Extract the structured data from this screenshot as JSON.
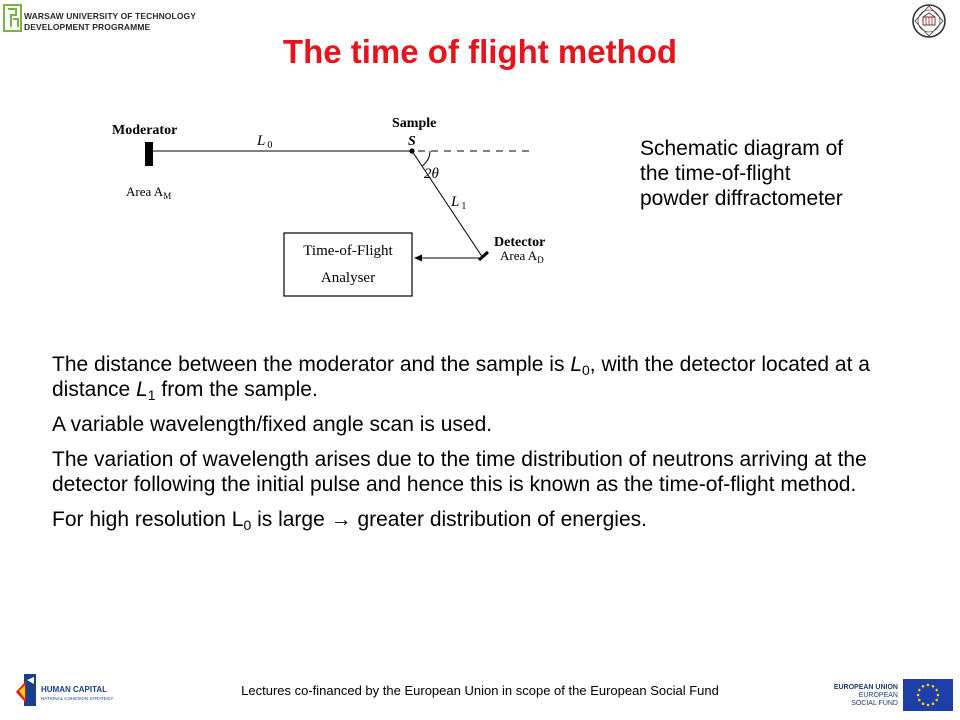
{
  "header": {
    "logo_line1": "WARSAW UNIVERSITY OF TECHNOLOGY",
    "logo_line2": "DEVELOPMENT PROGRAMME"
  },
  "title": "The time of flight method",
  "diagram": {
    "moderator": "Moderator",
    "area_m": "Area A",
    "area_m_sub": "M",
    "l0": "L",
    "l0_sub": "0",
    "sample": "Sample",
    "s": "S",
    "angle": "2θ",
    "l1": "L",
    "l1_sub": "1",
    "detector": "Detector",
    "area_d": "Area A",
    "area_d_sub": "D",
    "analyser_line1": "Time-of-Flight",
    "analyser_line2": "Analyser"
  },
  "caption": {
    "line1": "Schematic diagram of",
    "line2": "the time-of-flight",
    "line3": "powder diffractometer"
  },
  "body": {
    "p1_a": "The distance between the moderator and the sample is ",
    "p1_L0": "L",
    "p1_L0_sub": "0",
    "p1_b": ", with the detector located at a distance ",
    "p1_L1": "L",
    "p1_L1_sub": "1",
    "p1_c": " from the sample.",
    "p2": "A variable wavelength/fixed angle scan is used.",
    "p3": "The variation of wavelength arises due to the time distribution of neutrons arriving at the detector following the initial pulse and hence this is known as the time-of-flight method.",
    "p4_a": "For high resolution L",
    "p4_sub": "0",
    "p4_b": " is large ",
    "p4_arrow": "→",
    "p4_c": " greater distribution of energies."
  },
  "footer": {
    "text": "Lectures co-financed by the European Union in scope of the European Social Fund",
    "hc_line1": "HUMAN CAPITAL",
    "hc_line2": "NATIONAL COHESION STRATEGY",
    "eu_line1": "EUROPEAN UNION",
    "eu_line2": "EUROPEAN",
    "eu_line3": "SOCIAL FUND"
  },
  "colors": {
    "title": "#e8141b",
    "logo_green": "#7bb342",
    "hc_blue": "#1b3f8f",
    "eu_blue": "#1f3fa8",
    "eu_star": "#f6d000"
  }
}
